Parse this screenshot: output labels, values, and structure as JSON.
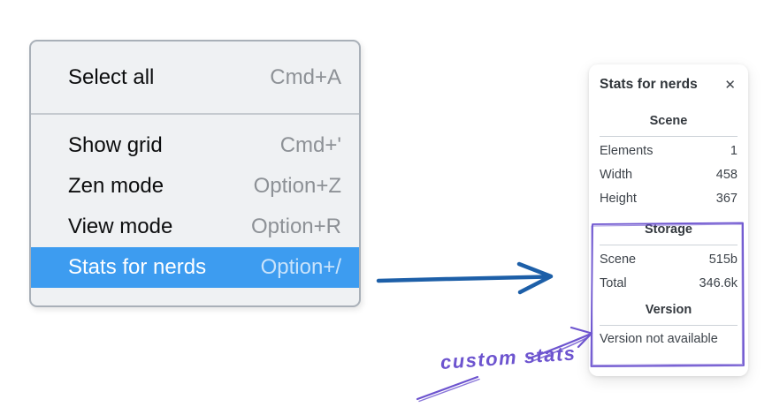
{
  "colors": {
    "accent-blue": "#3d9cf0",
    "arrow-blue": "#1d5fa8",
    "annotation-purple": "#6d54cf",
    "menu-bg": "#eff1f3",
    "menu-border": "#a9b0b8",
    "shortcut-gray": "#8d9196",
    "panel-text": "#3d434a"
  },
  "menu": {
    "items": [
      {
        "label": "Select all",
        "shortcut": "Cmd+A"
      },
      {
        "label": "Show grid",
        "shortcut": "Cmd+'"
      },
      {
        "label": "Zen mode",
        "shortcut": "Option+Z"
      },
      {
        "label": "View mode",
        "shortcut": "Option+R"
      },
      {
        "label": "Stats for nerds",
        "shortcut": "Option+/",
        "selected": true
      }
    ]
  },
  "panel": {
    "title": "Stats for nerds",
    "close_icon": "✕",
    "sections": {
      "scene": {
        "header": "Scene",
        "rows": [
          {
            "label": "Elements",
            "value": "1"
          },
          {
            "label": "Width",
            "value": "458"
          },
          {
            "label": "Height",
            "value": "367"
          }
        ]
      },
      "storage": {
        "header": "Storage",
        "rows": [
          {
            "label": "Scene",
            "value": "515b"
          },
          {
            "label": "Total",
            "value": "346.6k"
          }
        ]
      },
      "version": {
        "header": "Version",
        "note": "Version not available"
      }
    }
  },
  "annotation": {
    "label": "custom stats"
  }
}
